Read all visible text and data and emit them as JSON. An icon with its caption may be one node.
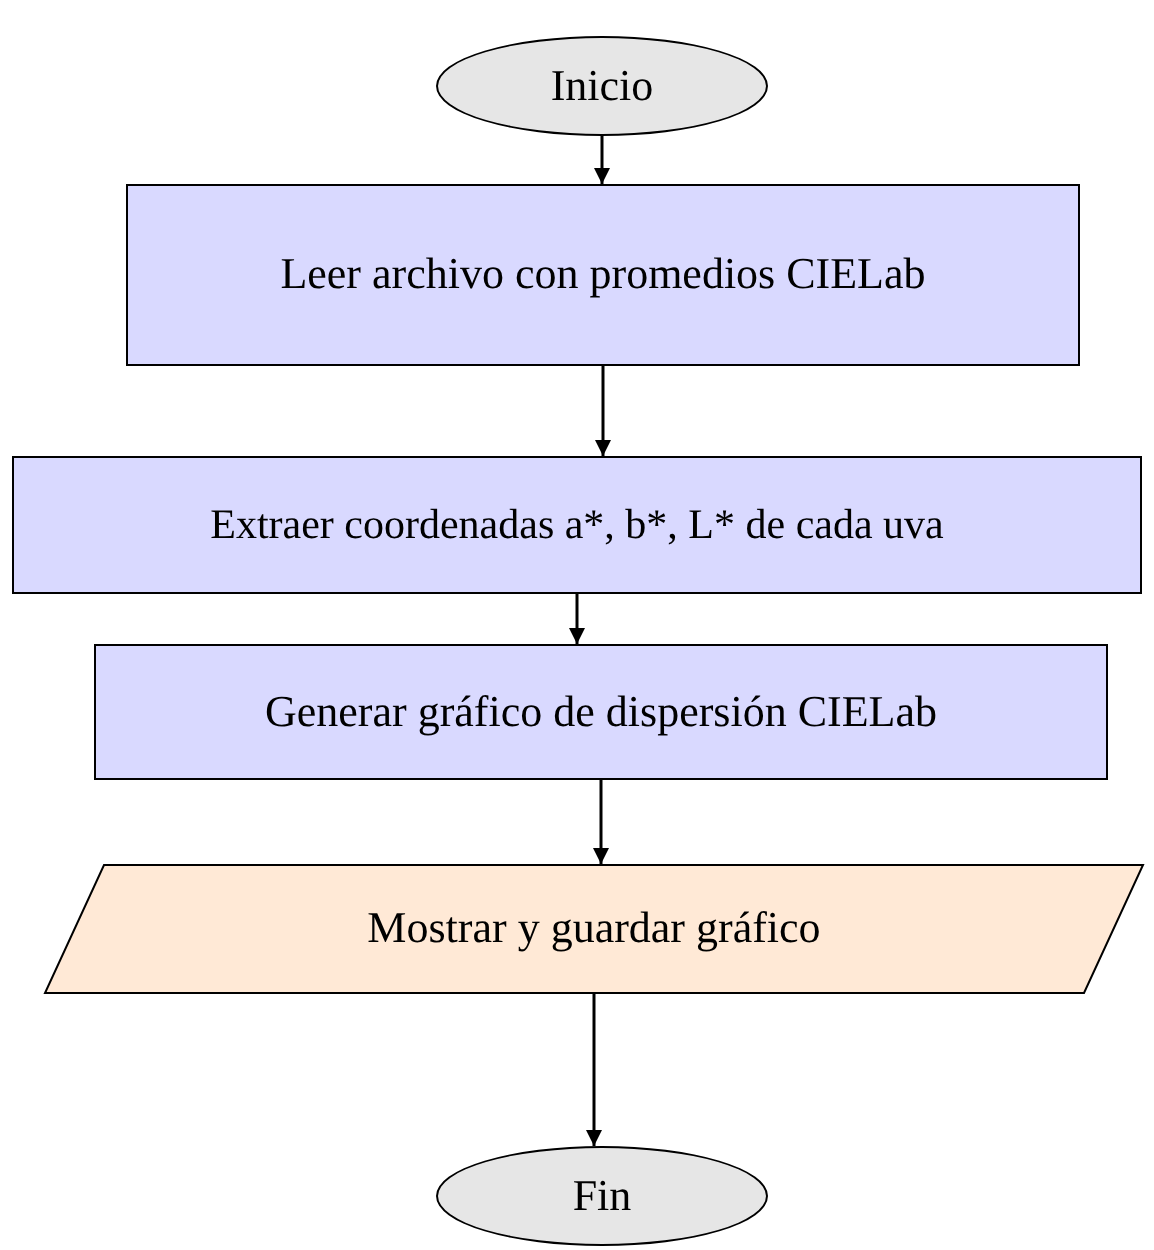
{
  "diagram": {
    "nodes": [
      {
        "text": [
          "Inicio"
        ]
      },
      {
        "text": [
          "Leer archivo con promedios CIELab"
        ]
      },
      {
        "text": [
          "Extraer coordenadas a*, b*, L* de cada uva"
        ]
      },
      {
        "text": [
          "Generar gráfico de dispersión CIELab"
        ]
      },
      {
        "text": [
          "Mostrar y guardar gráfico"
        ]
      },
      {
        "text": [
          "Fin"
        ]
      }
    ],
    "edges": [
      {
        "from": 0,
        "to": 1,
        "arrow": "to"
      },
      {
        "from": 1,
        "to": 2,
        "arrow": "to"
      },
      {
        "from": 2,
        "to": 3,
        "arrow": "to"
      },
      {
        "from": 3,
        "to": 4,
        "arrow": "to"
      },
      {
        "from": 4,
        "to": 5,
        "arrow": "to"
      }
    ]
  }
}
